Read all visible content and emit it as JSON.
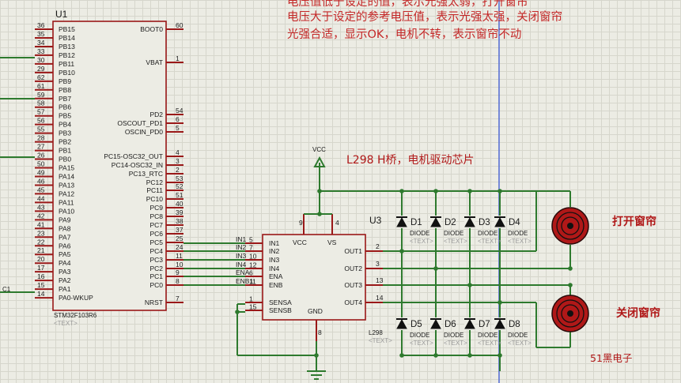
{
  "notes": [
    "电压值低于设定的值，表示光强太弱，打开窗帘",
    "电压大于设定的参考电压值，表示光强太强，关闭窗帘",
    "光强合适，显示OK，电机不转，表示窗帘不动"
  ],
  "mcu": {
    "ref": "U1",
    "part": "STM32F103R6",
    "text_placeholder": "<TEXT>",
    "left_pins": [
      {
        "num": "36",
        "name": "PB15"
      },
      {
        "num": "35",
        "name": "PB14"
      },
      {
        "num": "34",
        "name": "PB13"
      },
      {
        "num": "33",
        "name": "PB12"
      },
      {
        "num": "30",
        "name": "PB11"
      },
      {
        "num": "29",
        "name": "PB10"
      },
      {
        "num": "62",
        "name": "PB9"
      },
      {
        "num": "61",
        "name": "PB8"
      },
      {
        "num": "59",
        "name": "PB7"
      },
      {
        "num": "58",
        "name": "PB6"
      },
      {
        "num": "57",
        "name": "PB5"
      },
      {
        "num": "56",
        "name": "PB4"
      },
      {
        "num": "55",
        "name": "PB3"
      },
      {
        "num": "28",
        "name": "PB2"
      },
      {
        "num": "27",
        "name": "PB1"
      },
      {
        "num": "26",
        "name": "PB0"
      },
      {
        "num": "50",
        "name": "PA15"
      },
      {
        "num": "49",
        "name": "PA14"
      },
      {
        "num": "46",
        "name": "PA13"
      },
      {
        "num": "45",
        "name": "PA12"
      },
      {
        "num": "44",
        "name": "PA11"
      },
      {
        "num": "43",
        "name": "PA10"
      },
      {
        "num": "42",
        "name": "PA9"
      },
      {
        "num": "41",
        "name": "PA8"
      },
      {
        "num": "23",
        "name": "PA7"
      },
      {
        "num": "22",
        "name": "PA6"
      },
      {
        "num": "21",
        "name": "PA5"
      },
      {
        "num": "20",
        "name": "PA4"
      },
      {
        "num": "17",
        "name": "PA3"
      },
      {
        "num": "16",
        "name": "PA2"
      },
      {
        "num": "15",
        "name": "PA1"
      },
      {
        "num": "14",
        "name": "PA0-WKUP"
      }
    ],
    "right_pins": [
      {
        "num": "60",
        "name": "BOOT0"
      },
      {
        "num": "1",
        "name": "VBAT"
      },
      {
        "num": "54",
        "name": "PD2"
      },
      {
        "num": "6",
        "name": "OSCOUT_PD1"
      },
      {
        "num": "5",
        "name": "OSCIN_PD0"
      },
      {
        "num": "4",
        "name": "PC15-OSC32_OUT"
      },
      {
        "num": "3",
        "name": "PC14-OSC32_IN"
      },
      {
        "num": "2",
        "name": "PC13_RTC"
      },
      {
        "num": "53",
        "name": "PC12"
      },
      {
        "num": "52",
        "name": "PC11"
      },
      {
        "num": "51",
        "name": "PC10"
      },
      {
        "num": "40",
        "name": "PC9"
      },
      {
        "num": "39",
        "name": "PC8"
      },
      {
        "num": "38",
        "name": "PC7"
      },
      {
        "num": "37",
        "name": "PC6"
      },
      {
        "num": "25",
        "name": "PC5"
      },
      {
        "num": "24",
        "name": "PC4"
      },
      {
        "num": "11",
        "name": "PC3"
      },
      {
        "num": "10",
        "name": "PC2"
      },
      {
        "num": "9",
        "name": "PC1"
      },
      {
        "num": "8",
        "name": "PC0"
      },
      {
        "num": "7",
        "name": "NRST"
      }
    ],
    "side_label": "C1"
  },
  "driver": {
    "ref": "U3",
    "part": "L298",
    "text_placeholder": "<TEXT>",
    "caption": "L298  H桥，电机驱动芯片",
    "vcc_label": "VCC",
    "left_pins": [
      {
        "num": "5",
        "name": "IN1"
      },
      {
        "num": "7",
        "name": "IN2"
      },
      {
        "num": "10",
        "name": "IN3"
      },
      {
        "num": "12",
        "name": "IN4"
      },
      {
        "num": "6",
        "name": "ENA"
      },
      {
        "num": "11",
        "name": "ENB"
      },
      {
        "num": "1",
        "name": "SENSA"
      },
      {
        "num": "15",
        "name": "SENSB"
      }
    ],
    "right_pins": [
      {
        "num": "2",
        "name": "OUT1"
      },
      {
        "num": "3",
        "name": "OUT2"
      },
      {
        "num": "13",
        "name": "OUT3"
      },
      {
        "num": "14",
        "name": "OUT4"
      }
    ],
    "top_pins": [
      {
        "num": "9",
        "name": "VCC"
      },
      {
        "num": "4",
        "name": "VS"
      }
    ],
    "bottom_pin": {
      "num": "8",
      "name": "GND"
    },
    "net_labels": [
      "IN1",
      "IN2",
      "IN3",
      "IN4",
      "ENA",
      "ENB1"
    ]
  },
  "diodes_top": [
    {
      "ref": "D1",
      "part": "DIODE",
      "text": "<TEXT>"
    },
    {
      "ref": "D2",
      "part": "DIODE",
      "text": "<TEXT>"
    },
    {
      "ref": "D3",
      "part": "DIODE",
      "text": "<TEXT>"
    },
    {
      "ref": "D4",
      "part": "DIODE",
      "text": "<TEXT>"
    }
  ],
  "diodes_bottom": [
    {
      "ref": "D5",
      "part": "DIODE",
      "text": "<TEXT>"
    },
    {
      "ref": "D6",
      "part": "DIODE",
      "text": "<TEXT>"
    },
    {
      "ref": "D7",
      "part": "DIODE",
      "text": "<TEXT>"
    },
    {
      "ref": "D8",
      "part": "DIODE",
      "text": "<TEXT>"
    }
  ],
  "motors": [
    {
      "label": "打开窗帘"
    },
    {
      "label": "关闭窗帘"
    }
  ],
  "watermark": "51黑电子",
  "colors": {
    "wire": "#2e7a2e",
    "component": "#9a1818",
    "note": "#c42828",
    "background": "#ecece4"
  }
}
